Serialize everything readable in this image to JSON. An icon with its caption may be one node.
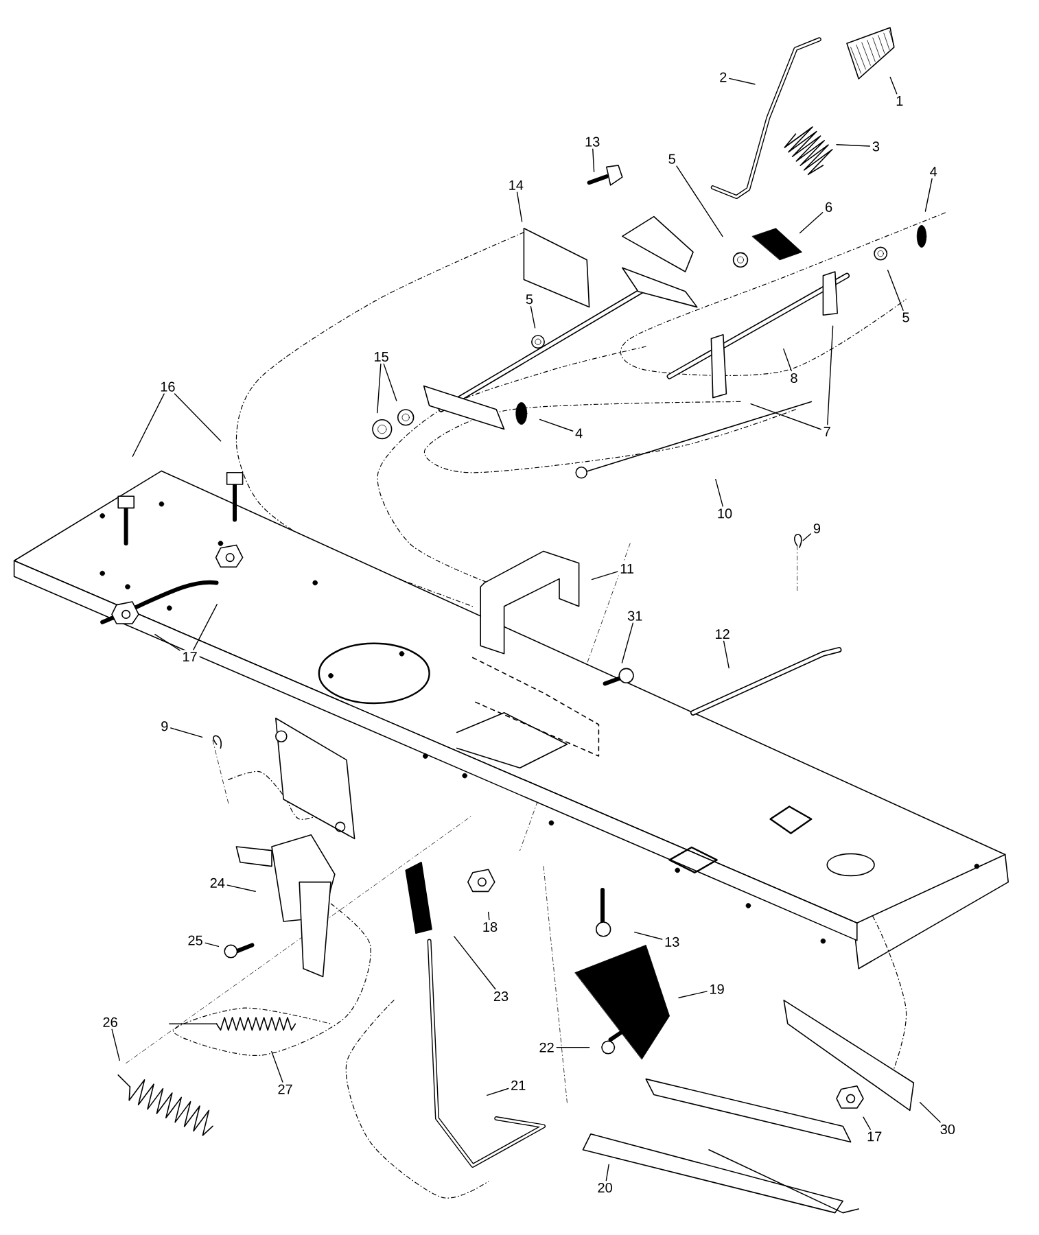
{
  "diagram": {
    "nodes": [
      {
        "text": [
          "2"
        ]
      },
      {
        "text": [
          "1"
        ]
      },
      {
        "text": [
          "13"
        ]
      },
      {
        "text": [
          "3"
        ]
      },
      {
        "text": [
          "5"
        ]
      },
      {
        "text": [
          "4"
        ]
      },
      {
        "text": [
          "14"
        ]
      },
      {
        "text": [
          "6"
        ]
      },
      {
        "text": [
          "5"
        ]
      },
      {
        "text": [
          "5"
        ]
      },
      {
        "text": [
          "15"
        ]
      },
      {
        "text": [
          "8"
        ]
      },
      {
        "text": [
          "16"
        ]
      },
      {
        "text": [
          "7"
        ]
      },
      {
        "text": [
          "4"
        ]
      },
      {
        "text": [
          "10"
        ]
      },
      {
        "text": [
          "9"
        ]
      },
      {
        "text": [
          "11"
        ]
      },
      {
        "text": [
          "31"
        ]
      },
      {
        "text": [
          "12"
        ]
      },
      {
        "text": [
          "17"
        ]
      },
      {
        "text": [
          "9"
        ]
      },
      {
        "text": [
          "24"
        ]
      },
      {
        "text": [
          "18"
        ]
      },
      {
        "text": [
          "25"
        ]
      },
      {
        "text": [
          "13"
        ]
      },
      {
        "text": [
          "19"
        ]
      },
      {
        "text": [
          "23"
        ]
      },
      {
        "text": [
          "26"
        ]
      },
      {
        "text": [
          "22"
        ]
      },
      {
        "text": [
          "21"
        ]
      },
      {
        "text": [
          "27"
        ]
      },
      {
        "text": [
          "30"
        ]
      },
      {
        "text": [
          "17"
        ]
      },
      {
        "text": [
          "20"
        ]
      }
    ],
    "edges": [
      {
        "from": 0,
        "to": null,
        "arrow": "none"
      },
      {
        "from": 1,
        "to": null,
        "arrow": "none"
      },
      {
        "from": 2,
        "to": null,
        "arrow": "none"
      },
      {
        "from": 3,
        "to": null,
        "arrow": "none"
      },
      {
        "from": 4,
        "to": null,
        "arrow": "none"
      },
      {
        "from": 5,
        "to": null,
        "arrow": "none"
      },
      {
        "from": 6,
        "to": null,
        "arrow": "none"
      },
      {
        "from": 7,
        "to": null,
        "arrow": "none"
      },
      {
        "from": 8,
        "to": null,
        "arrow": "none"
      },
      {
        "from": 9,
        "to": null,
        "arrow": "none"
      },
      {
        "from": 10,
        "to": null,
        "arrow": "none"
      },
      {
        "from": 10,
        "to": null,
        "arrow": "none"
      },
      {
        "from": 11,
        "to": null,
        "arrow": "none"
      },
      {
        "from": 12,
        "to": null,
        "arrow": "none"
      },
      {
        "from": 12,
        "to": null,
        "arrow": "none"
      },
      {
        "from": 13,
        "to": null,
        "arrow": "none"
      },
      {
        "from": 13,
        "to": null,
        "arrow": "none"
      },
      {
        "from": 14,
        "to": null,
        "arrow": "none"
      },
      {
        "from": 15,
        "to": null,
        "arrow": "none"
      },
      {
        "from": 16,
        "to": null,
        "arrow": "none"
      },
      {
        "from": 17,
        "to": null,
        "arrow": "none"
      },
      {
        "from": 18,
        "to": null,
        "arrow": "none"
      },
      {
        "from": 19,
        "to": null,
        "arrow": "none"
      },
      {
        "from": 20,
        "to": null,
        "arrow": "none"
      },
      {
        "from": 20,
        "to": null,
        "arrow": "none"
      },
      {
        "from": 21,
        "to": null,
        "arrow": "none"
      },
      {
        "from": 22,
        "to": null,
        "arrow": "none"
      },
      {
        "from": 23,
        "to": null,
        "arrow": "none"
      },
      {
        "from": 24,
        "to": null,
        "arrow": "none"
      },
      {
        "from": 25,
        "to": null,
        "arrow": "none"
      },
      {
        "from": 26,
        "to": null,
        "arrow": "none"
      },
      {
        "from": 27,
        "to": null,
        "arrow": "none"
      },
      {
        "from": 28,
        "to": null,
        "arrow": "none"
      },
      {
        "from": 29,
        "to": null,
        "arrow": "none"
      },
      {
        "from": 30,
        "to": null,
        "arrow": "none"
      },
      {
        "from": 31,
        "to": null,
        "arrow": "none"
      },
      {
        "from": 32,
        "to": null,
        "arrow": "none"
      },
      {
        "from": 33,
        "to": null,
        "arrow": "none"
      },
      {
        "from": 34,
        "to": null,
        "arrow": "none"
      }
    ]
  }
}
